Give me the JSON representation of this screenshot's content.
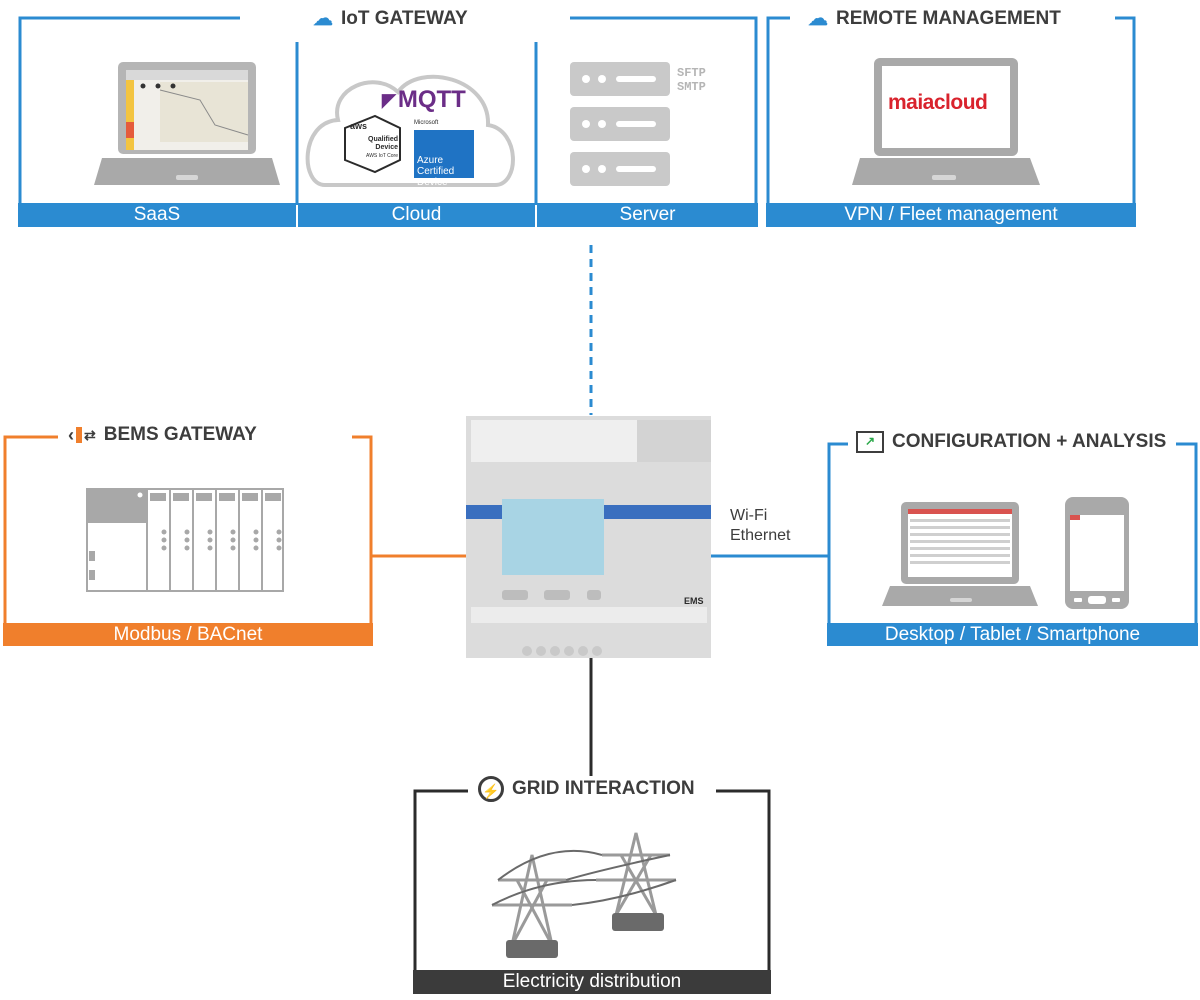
{
  "iot_gateway": {
    "title": "IoT GATEWAY",
    "saas_label": "SaaS",
    "cloud_label": "Cloud",
    "server_label": "Server",
    "server_protocols": [
      "SFTP",
      "SMTP"
    ],
    "mqtt_logo": "MQTT",
    "aws_badge": [
      "aws",
      "Qualified",
      "Device",
      "AWS IoT Core"
    ],
    "azure_badge": [
      "Microsoft",
      "Azure",
      "Certified",
      "Device"
    ]
  },
  "remote_management": {
    "title": "REMOTE MANAGEMENT",
    "bar_label": "VPN / Fleet management",
    "logo": "maiacloud"
  },
  "bems_gateway": {
    "title": "BEMS GATEWAY",
    "bar_label": "Modbus / BACnet"
  },
  "configuration": {
    "title": "CONFIGURATION + ANALYSIS",
    "bar_label": "Desktop / Tablet / Smartphone"
  },
  "grid": {
    "title": "GRID INTERACTION",
    "bar_label": "Electricity distribution"
  },
  "device": {
    "label": "EMS",
    "connection_lines": [
      "Wi-Fi",
      "Ethernet"
    ]
  },
  "colors": {
    "blue": "#2b8bd1",
    "orange": "#f07f2c",
    "dark": "#3b3b3b",
    "device_blue": "#3a6fbf"
  }
}
